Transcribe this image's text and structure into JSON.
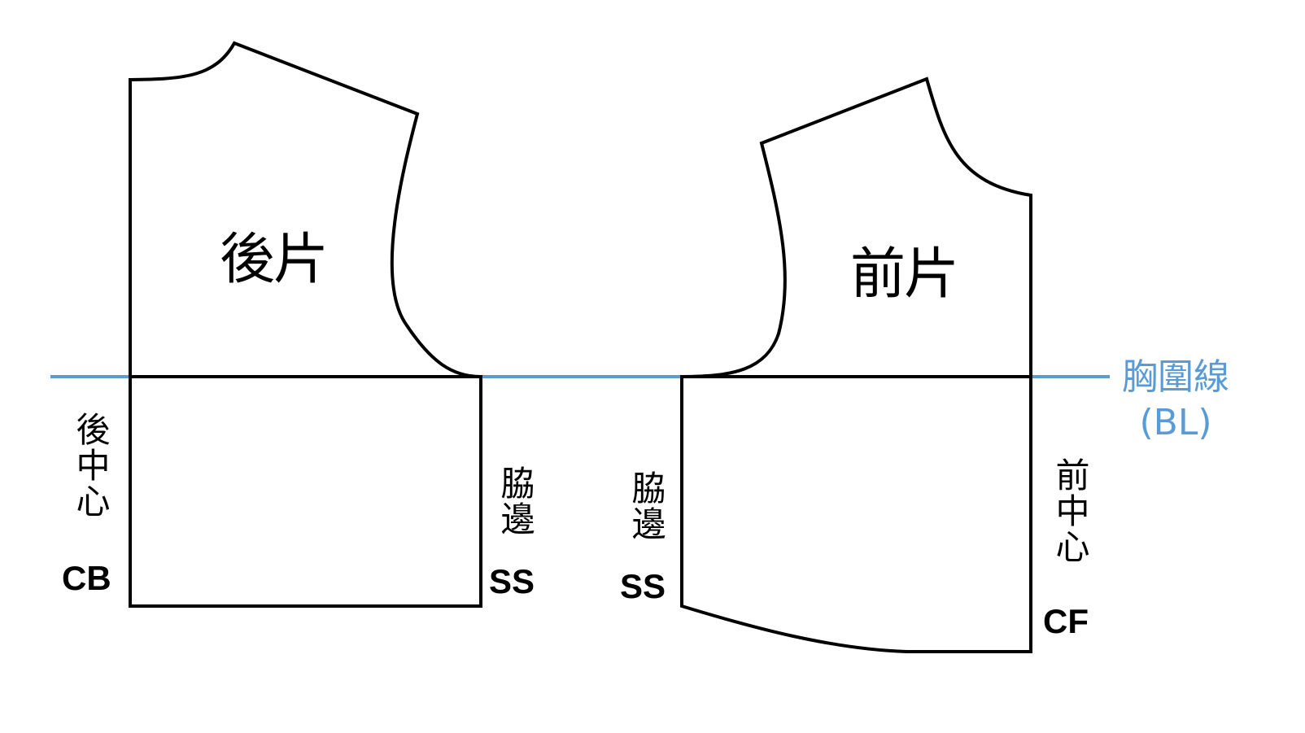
{
  "back_piece": {
    "title": "後片",
    "center": {
      "text": "後中心",
      "abbr": "CB"
    },
    "side": {
      "text": "脇邊",
      "abbr": "SS"
    }
  },
  "front_piece": {
    "title": "前片",
    "center": {
      "text": "前中心",
      "abbr": "CF"
    },
    "side": {
      "text": "脇邊",
      "abbr": "SS"
    }
  },
  "bust_line": {
    "label": "胸圍線",
    "abbr": "(BL)",
    "color": "#5b9bd5"
  }
}
